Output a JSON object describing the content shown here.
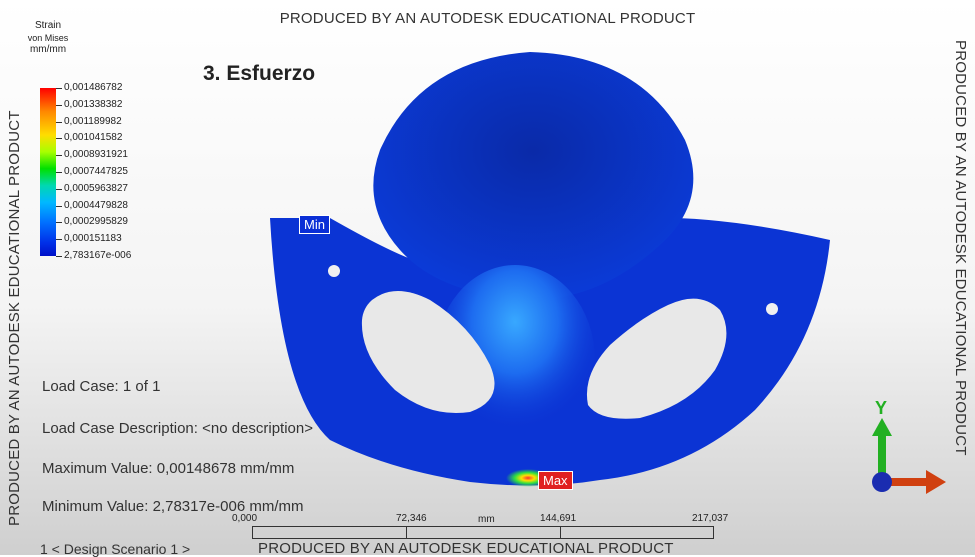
{
  "watermark": {
    "text": "PRODUCED BY AN AUTODESK EDUCATIONAL PRODUCT"
  },
  "legend": {
    "title_line1": "Strain",
    "title_line2": "von Mises",
    "units": "mm/mm",
    "ticks": [
      "0,001486782",
      "0,001338382",
      "0,001189982",
      "0,001041582",
      "0,0008931921",
      "0,0007447825",
      "0,0005963827",
      "0,0004479828",
      "0,0002995829",
      "0,000151183",
      "2,783167e-006"
    ],
    "colors": {
      "max": "#ff0000",
      "mid": "#00e000",
      "min": "#0010c8"
    }
  },
  "slide_title": "3. Esfuerzo",
  "markers": {
    "min_label": "Min",
    "max_label": "Max"
  },
  "info": {
    "load_case": "Load Case:  1 of 1",
    "load_case_description": "Load Case Description:  <no description>",
    "maximum_value": "Maximum Value: 0,00148678 mm/mm",
    "minimum_value": "Minimum Value: 2,78317e-006 mm/mm"
  },
  "scale": {
    "labels": [
      "0,000",
      "72,346",
      "144,691",
      "217,037"
    ],
    "unit": "mm"
  },
  "scenario": "1 < Design Scenario 1 >",
  "triad": {
    "y_label": "Y",
    "icon": "axis-triad-icon",
    "colors": {
      "y": "#22b022",
      "x": "#d04010",
      "origin": "#1a2cb0"
    }
  },
  "model": {
    "base_color": "#0a2bd0"
  }
}
